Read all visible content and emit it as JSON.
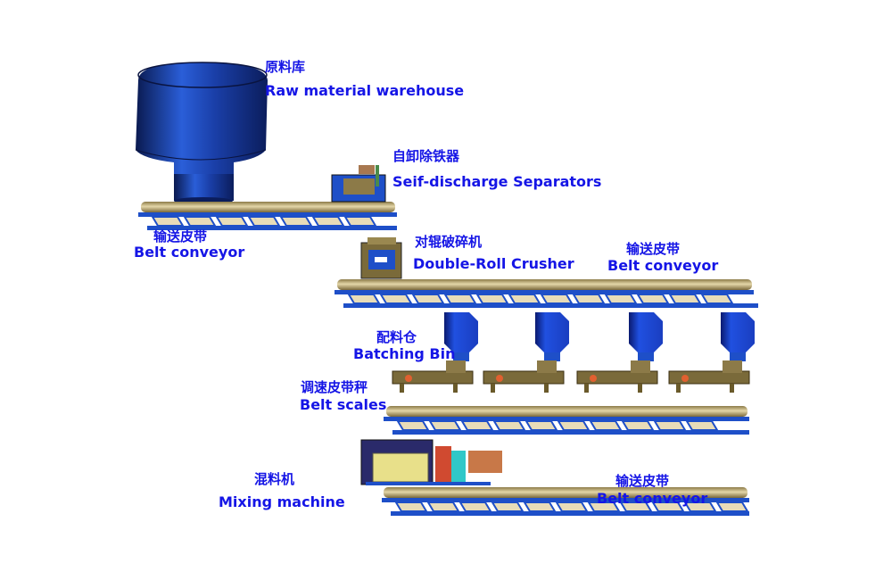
{
  "diagram": {
    "type": "process-flow",
    "colors": {
      "label": "#1515e6",
      "equipment_blue": "#1e4fc8",
      "belt_tan": "#b8a26a",
      "roller_cream": "#e8dcb8",
      "machine_olive": "#7a6a3a"
    },
    "stages": [
      {
        "id": "warehouse",
        "label_zh": "原料库",
        "label_en": "Raw material  warehouse"
      },
      {
        "id": "conveyor1",
        "label_zh": "输送皮带",
        "label_en": "Belt conveyor"
      },
      {
        "id": "separator",
        "label_zh": "自卸除铁器",
        "label_en": "Seif-discharge Separators"
      },
      {
        "id": "crusher",
        "label_zh": "对辊破碎机",
        "label_en": "Double-Roll Crusher"
      },
      {
        "id": "conveyor2",
        "label_zh": "输送皮带",
        "label_en": "Belt conveyor"
      },
      {
        "id": "batching",
        "label_zh": "配料仓",
        "label_en": "Batching Bin"
      },
      {
        "id": "scales",
        "label_zh": "调速皮带秤",
        "label_en": "Belt scales"
      },
      {
        "id": "mixer",
        "label_zh": "混料机",
        "label_en": "Mixing machine"
      },
      {
        "id": "conveyor3",
        "label_zh": "输送皮带",
        "label_en": "Belt conveyor"
      }
    ],
    "batching_bin_count": 4
  }
}
